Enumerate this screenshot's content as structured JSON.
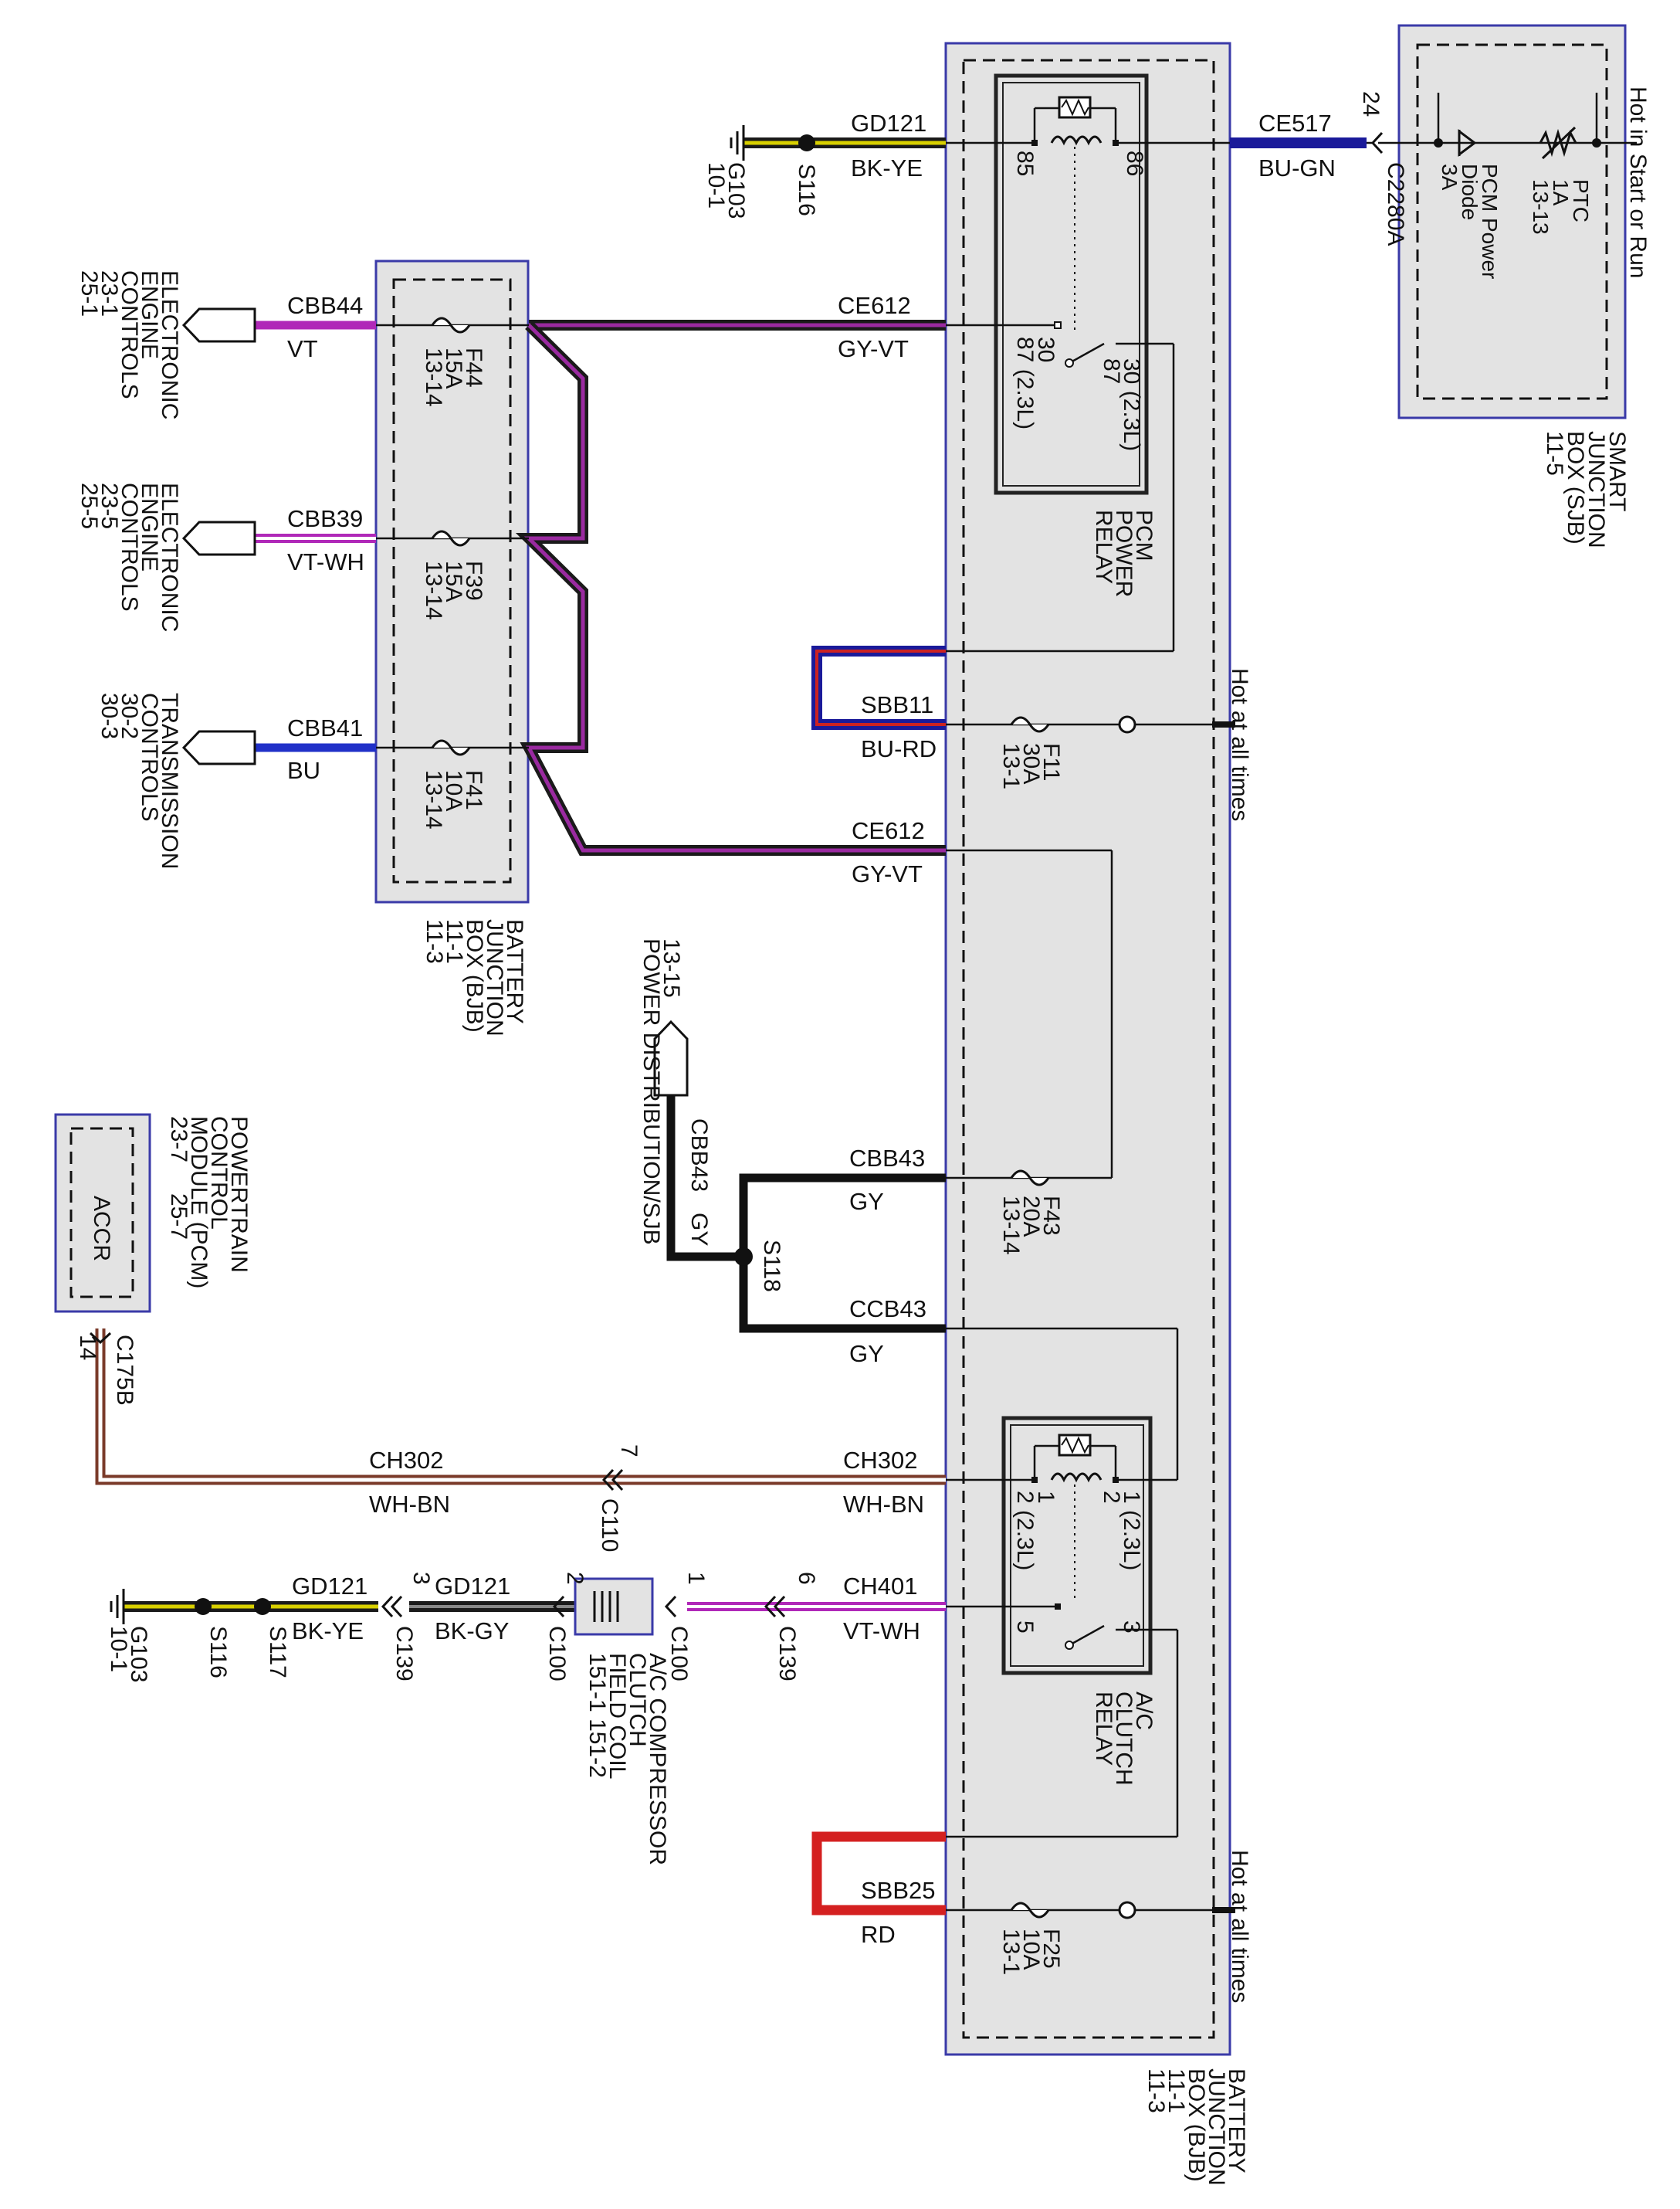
{
  "diagram": {
    "smart_junction_box": {
      "header": "Hot in Start or Run",
      "name_lines": [
        "SMART",
        "JUNCTION",
        "BOX (SJB)",
        "11-5"
      ],
      "ptc_lines": [
        "PTC",
        "1A",
        "13-13"
      ],
      "diode_lines": [
        "PCM Power",
        "Diode",
        "3A"
      ],
      "connector": "C2280A",
      "pin": "24"
    },
    "pcm_ground": {
      "ground": [
        "G103",
        "10-1"
      ],
      "splice": "S116",
      "wire": "GD121",
      "color": "BK-YE"
    },
    "ce517": {
      "wire": "CE517",
      "color": "BU-GN"
    },
    "pcm_power_relay": {
      "name_lines": [
        "PCM",
        "POWER",
        "RELAY"
      ],
      "pin85": "85",
      "pin86": "86",
      "pin30": "30",
      "pin87_23": "87 (2.3L)",
      "pin87": "87",
      "pin30_23": "30 (2.3L)"
    },
    "ce612_top": {
      "wire": "CE612",
      "color": "GY-VT"
    },
    "ce612_bottom": {
      "wire": "CE612",
      "color": "GY-VT"
    },
    "bjb_left": {
      "name_lines": [
        "BATTERY",
        "JUNCTION",
        "BOX (BJB)",
        "11-1",
        "11-3"
      ],
      "fuses": [
        {
          "id": "F44",
          "amps": "15A",
          "ref": "13-14"
        },
        {
          "id": "F39",
          "amps": "15A",
          "ref": "13-14"
        },
        {
          "id": "F41",
          "amps": "10A",
          "ref": "13-14"
        }
      ]
    },
    "left_circuits": [
      {
        "wire": "CBB44",
        "color": "VT",
        "dest": [
          "ELECTRONIC",
          "ENGINE",
          "CONTROLS",
          "23-1",
          "25-1"
        ]
      },
      {
        "wire": "CBB39",
        "color": "VT-WH",
        "dest": [
          "ELECTRONIC",
          "ENGINE",
          "CONTROLS",
          "23-5",
          "25-5"
        ]
      },
      {
        "wire": "CBB41",
        "color": "BU",
        "dest": [
          "TRANSMISSION",
          "CONTROLS",
          "30-2",
          "30-3"
        ]
      }
    ],
    "sbb11": {
      "wire": "SBB11",
      "color": "BU-RD",
      "fuse": [
        "F11",
        "30A",
        "13-1"
      ],
      "hot": "Hot at all times"
    },
    "power_dist": {
      "lines": [
        "13-15",
        "POWER DISTRIBUTION/SJB"
      ],
      "wire": "CBB43",
      "color": "GY"
    },
    "s118": "S118",
    "cbb43": {
      "wire": "CBB43",
      "color": "GY",
      "fuse": [
        "F43",
        "20A",
        "13-14"
      ]
    },
    "ccb43": {
      "wire": "CCB43",
      "color": "GY"
    },
    "pcm_module": {
      "name_lines": [
        "POWERTRAIN",
        "CONTROL",
        "MODULE (PCM)",
        "23-7",
        "25-7"
      ],
      "inner": "ACCR",
      "connector": "C175B",
      "pin": "14"
    },
    "ch302": {
      "wire": "CH302",
      "color": "WH-BN",
      "connector": "C110",
      "pin": "7"
    },
    "ac_relay": {
      "name_lines": [
        "A/C",
        "CLUTCH",
        "RELAY"
      ],
      "pin1": "1 (2.3L)",
      "pin2": "2",
      "pin2_23": "2 (2.3L)",
      "pin1b": "1",
      "pin5": "5",
      "pin3": "3"
    },
    "ch401": {
      "wire": "CH401",
      "color": "VT-WH",
      "connector": "C139",
      "pin": "6"
    },
    "compressor": {
      "name_lines": [
        "A/C COMPRESSOR",
        "CLUTCH",
        "FIELD COIL",
        "151-1  151-2"
      ],
      "pin_right": "1",
      "conn_right": "C100",
      "pin_left": "2",
      "conn_left": "C100"
    },
    "gd121_mid": {
      "wire": "GD121",
      "color": "BK-GY",
      "pin": "3",
      "connector": "C139"
    },
    "gd121_low": {
      "wire": "GD121",
      "color": "BK-YE"
    },
    "ac_ground": {
      "ground": [
        "G103",
        "10-1"
      ],
      "s116": "S116",
      "s117": "S117"
    },
    "sbb25": {
      "wire": "SBB25",
      "color": "RD",
      "fuse": [
        "F25",
        "10A",
        "13-1"
      ],
      "hot": "Hot at all times"
    },
    "bjb_right": {
      "name_lines": [
        "BATTERY",
        "JUNCTION",
        "BOX (BJB)",
        "11-1",
        "11-3"
      ]
    }
  }
}
